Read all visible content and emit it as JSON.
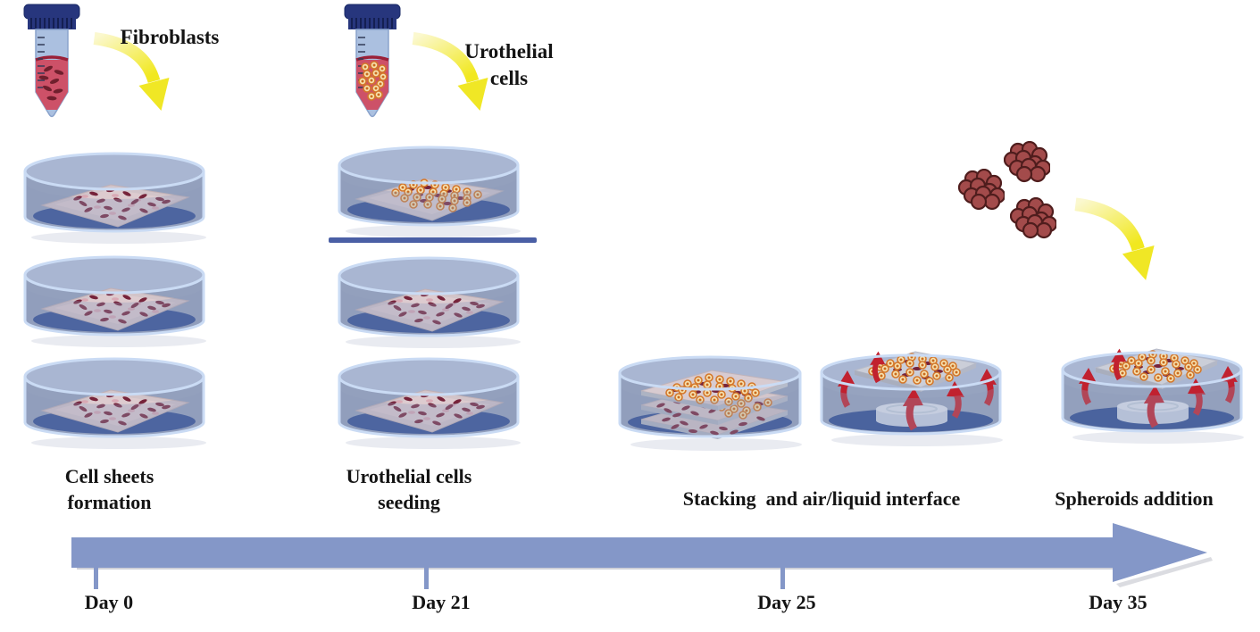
{
  "reagents": {
    "fibroblasts_label": "Fibroblasts",
    "urothelial_label": "Urothelial\ncells"
  },
  "steps": [
    {
      "label": "Cell sheets\nformation"
    },
    {
      "label": "Urothelial cells\nseeding"
    },
    {
      "label": "Stacking  and air/liquid interface"
    },
    {
      "label": "Spheroids addition"
    }
  ],
  "timeline": {
    "days": [
      {
        "label": "Day 0"
      },
      {
        "label": "Day 21"
      },
      {
        "label": "Day 25"
      },
      {
        "label": "Day 35"
      }
    ]
  },
  "colors": {
    "timeline_arrow": "#8497c8",
    "dish_floor": "#2d4b92",
    "dish_rim": "#cadbf4",
    "yellow_arrow": "#f1e81f",
    "red_arrow": "#c1212f",
    "fibroblast_cell": "#76233a",
    "urothelial_cell_ring": "#d4772a",
    "spheroid": "#a34b4b",
    "tube_cap": "#27367d",
    "tube_liquid": "#cd5168"
  }
}
